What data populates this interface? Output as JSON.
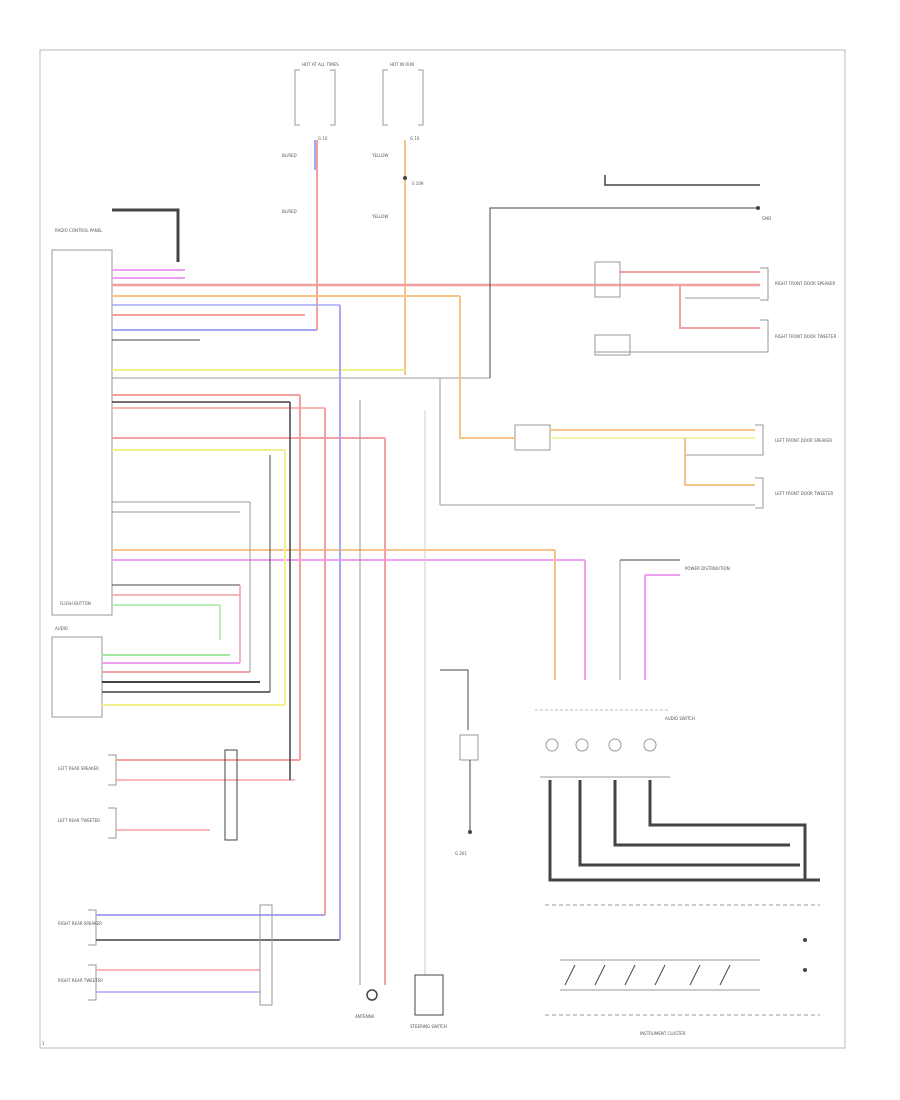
{
  "top_connectors": {
    "left": {
      "name": "HOT AT ALL TIMES",
      "pin": "G 10"
    },
    "right": {
      "name": "HOT IN RUN",
      "pin": "G 10"
    }
  },
  "wire_labels": {
    "bl_red_1": "BL/RED",
    "bl_red_2": "BL/RED",
    "yel_1": "YELLOW",
    "yel_2": "YELLOW"
  },
  "splices": {
    "top_splice": "S 109",
    "right_splice": "GND"
  },
  "components": {
    "radio_control": "RADIO CONTROL PANEL",
    "audio_unit": "AUDIO",
    "front_speaker_rh": "RIGHT FRONT DOOR SPEAKER",
    "front_tweeter_rh": "RIGHT FRONT DOOR TWEETER",
    "front_speaker_lh": "LEFT FRONT DOOR SPEAKER",
    "front_tweeter_lh": "LEFT FRONT DOOR TWEETER",
    "rear_speaker_lh": "LEFT REAR SPEAKER",
    "rear_tweeter_lh": "LEFT REAR TWEETER",
    "rear_speaker_rh": "RIGHT REAR SPEAKER",
    "rear_tweeter_rh": "RIGHT REAR TWEETER",
    "antenna": "ANTENNA",
    "steering": "STEERING SWITCH",
    "audio_switch": "AUDIO SWITCH",
    "ground": "G 201",
    "instrument": "INSTRUMENT CLUSTER",
    "power_dist": "POWER DISTRIBUTION",
    "flush_button": "FLUSH BUTTON"
  },
  "colors": {
    "red": "#f5a0a0",
    "orange": "#f5c488",
    "yellow": "#f0f08c",
    "blue": "#a7a7f5",
    "pink": "#f0a0f0",
    "green": "#a0e8a0",
    "black": "#444444",
    "gray": "#999999",
    "label": "#555555"
  },
  "footer": {
    "code": "1"
  }
}
